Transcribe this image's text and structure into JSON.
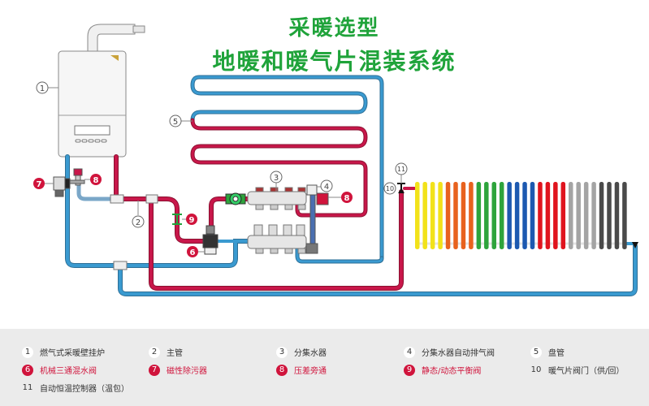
{
  "title": {
    "line1": "采暖选型",
    "line2": "地暖和暖气片混装系统"
  },
  "callouts": {
    "c1": "1",
    "c2": "2",
    "c3": "3",
    "c4": "4",
    "c5": "5",
    "c6": "6",
    "c7": "7",
    "c8": "8",
    "c9": "9",
    "c10": "10",
    "c11": "11"
  },
  "colors": {
    "hot": "#c8174a",
    "cold": "#3a9ad0",
    "accent_red": "#d0143c",
    "title_green": "#1fa33a"
  },
  "radiator": {
    "column_count": 28,
    "column_colors": [
      "#f2e21a",
      "#f2e21a",
      "#f2e21a",
      "#f2e21a",
      "#e8621e",
      "#e8621e",
      "#e8621e",
      "#e8621e",
      "#2ea43c",
      "#2ea43c",
      "#2ea43c",
      "#2ea43c",
      "#1d59b0",
      "#1d59b0",
      "#1d59b0",
      "#1d59b0",
      "#e0141e",
      "#e0141e",
      "#e0141e",
      "#e0141e",
      "#a4a4a4",
      "#a4a4a4",
      "#a4a4a4",
      "#a4a4a4",
      "#4a4a4a",
      "#4a4a4a",
      "#4a4a4a",
      "#4a4a4a"
    ]
  },
  "legend": [
    {
      "num": "1",
      "label": "燃气式采暖壁挂炉",
      "highlight": false
    },
    {
      "num": "2",
      "label": "主管",
      "highlight": false
    },
    {
      "num": "3",
      "label": "分集水器",
      "highlight": false
    },
    {
      "num": "4",
      "label": "分集水器自动排气阀",
      "highlight": false
    },
    {
      "num": "5",
      "label": "盘管",
      "highlight": false
    },
    {
      "num": "6",
      "label": "机械三通混水阀",
      "highlight": true
    },
    {
      "num": "7",
      "label": "磁性除污器",
      "highlight": true
    },
    {
      "num": "8",
      "label": "压差旁通",
      "highlight": true
    },
    {
      "num": "9",
      "label": "静态/动态平衡阀",
      "highlight": true
    },
    {
      "num": "10",
      "label": "暖气片阀门（供/回）",
      "highlight": false
    },
    {
      "num": "11",
      "label": "自动恒温控制器（温包）",
      "highlight": false
    }
  ]
}
